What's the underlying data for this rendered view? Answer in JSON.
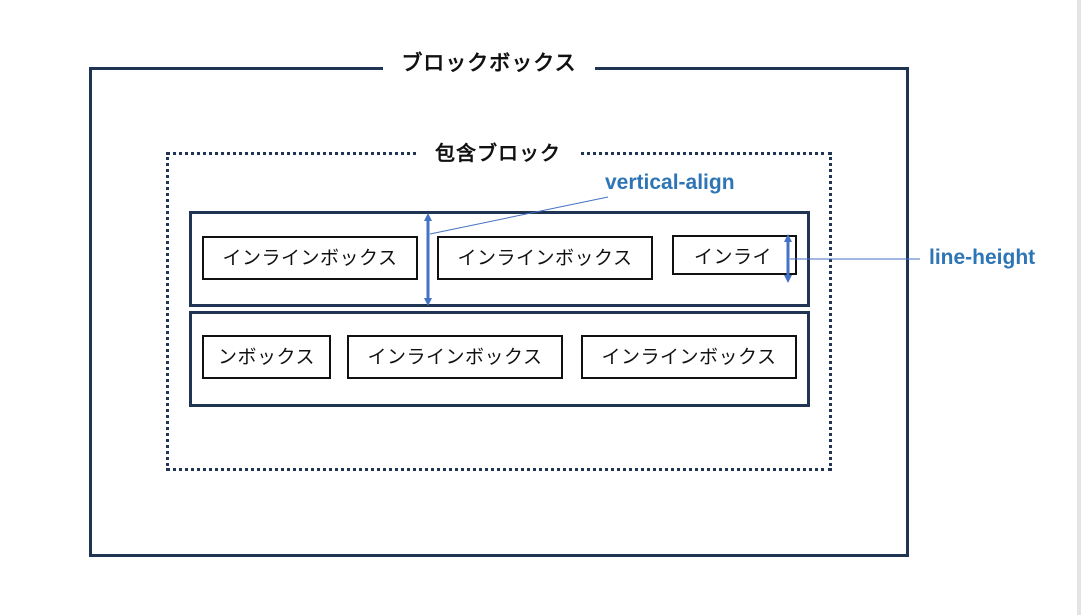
{
  "block_box": {
    "label": "ブロックボックス"
  },
  "containing_block": {
    "label": "包含ブロック"
  },
  "line_boxes": [
    {
      "inline_boxes": [
        "インラインボックス",
        "インラインボックス",
        "インライ"
      ]
    },
    {
      "inline_boxes": [
        "ンボックス",
        "インラインボックス",
        "インラインボックス"
      ]
    }
  ],
  "annotations": {
    "vertical_align": "vertical-align",
    "line_height": "line-height"
  },
  "colors": {
    "border": "#1f3553",
    "annotation": "#2e75b6",
    "arrow": "#4472c4"
  }
}
